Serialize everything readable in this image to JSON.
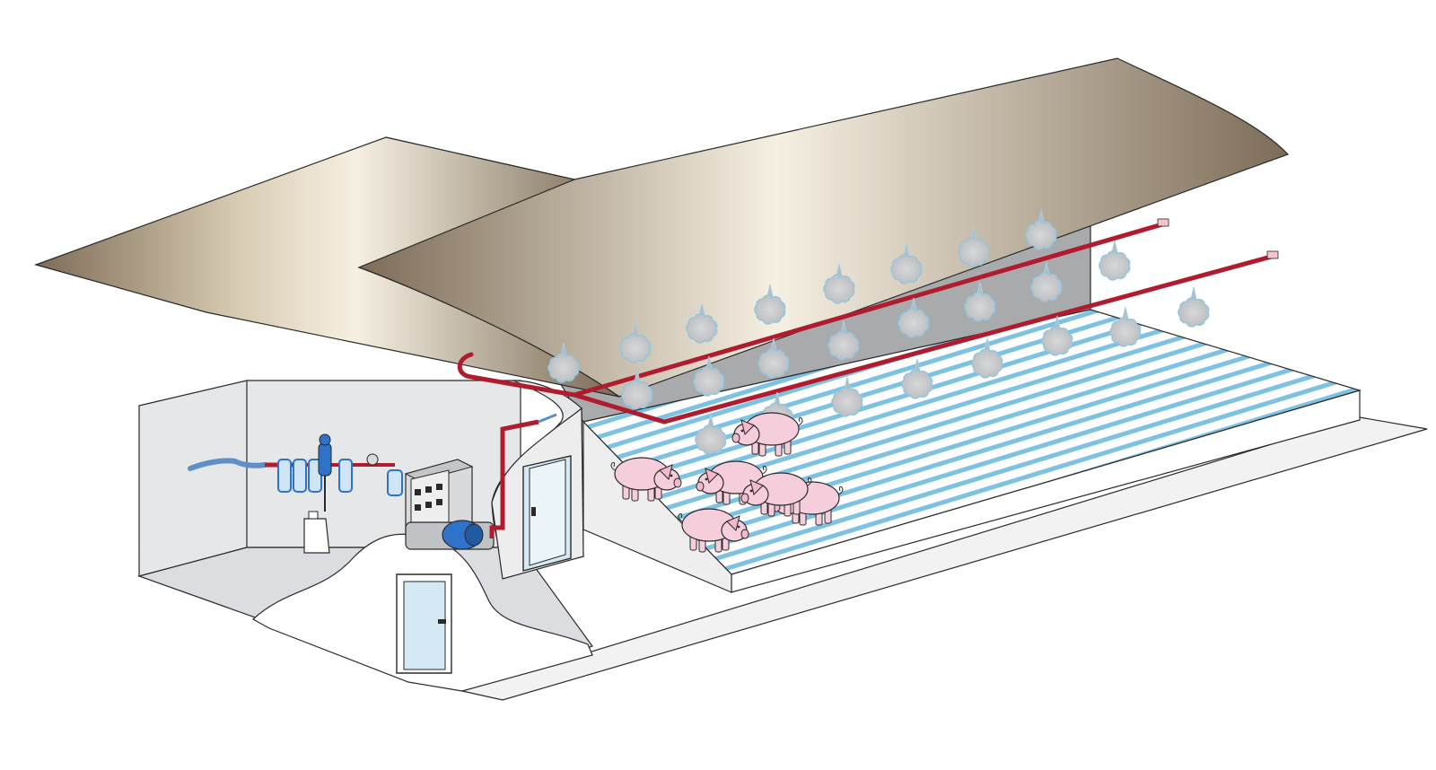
{
  "colors": {
    "background": "#ffffff",
    "roof_dark": "#7d6c57",
    "roof_light": "#f6f0e2",
    "wall_gray": "#a8a8a8",
    "room_wall": "#e6e7e9",
    "floor_gray": "#dcdde0",
    "slat_blue": "#7ec2e3",
    "pipe_red": "#b01c2e",
    "mist": "#c9cacd",
    "mist_edge": "#9fd0e6",
    "pig_pink": "#f6cedb",
    "filter_blue": "#2e73c9",
    "outline": "#2a2a2a"
  },
  "icons": {
    "roof": "curved-roof-icon",
    "mist": "mist-cloud-icon",
    "pig": "pig-icon",
    "door": "door-icon",
    "pump": "pump-icon",
    "control_box": "control-box-icon",
    "filter": "water-filter-icon",
    "dosing": "dosing-pump-icon"
  },
  "scene": {
    "pig_count": 6,
    "mist_pipe_lines": 2,
    "doors": 2,
    "water_filters": 3
  }
}
